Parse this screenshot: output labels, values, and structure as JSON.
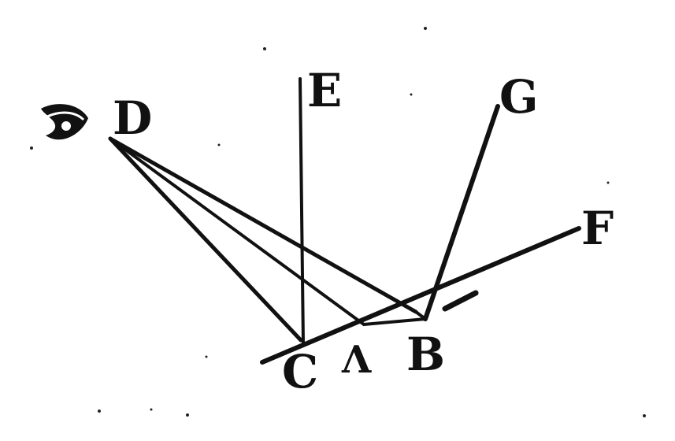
{
  "figure": {
    "labels": {
      "D": "D",
      "E": "E",
      "G": "G",
      "F": "F",
      "C": "C",
      "A": "Λ",
      "B": "B"
    },
    "colors": {
      "ink": "#111111",
      "paper": "#ffffff"
    },
    "icons": {
      "eye": "eye-icon"
    }
  }
}
